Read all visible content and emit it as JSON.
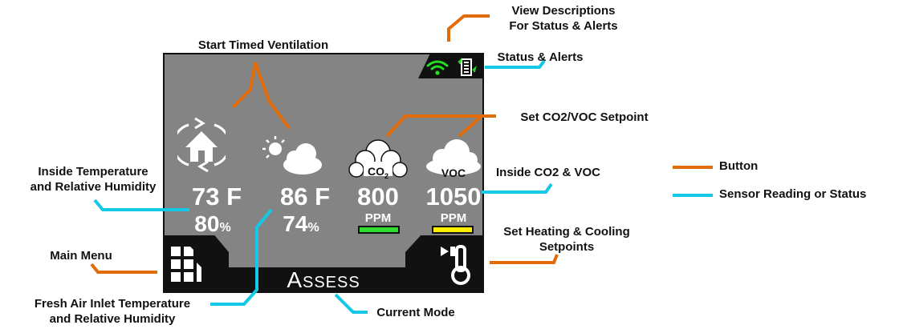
{
  "screen": {
    "mode": "Assess",
    "inside": {
      "temperature": "73 F",
      "humidity_value": "80",
      "humidity_unit": "%"
    },
    "outside": {
      "temperature": "86 F",
      "humidity_value": "74",
      "humidity_unit": "%"
    },
    "co2": {
      "label": "CO",
      "subscript": "2",
      "value": "800",
      "unit": "PPM",
      "level_color": "#2fdc2f"
    },
    "voc": {
      "label": "VOC",
      "value": "1050",
      "unit": "PPM",
      "level_color": "#ffee00"
    },
    "wifi_color": "#22dd22"
  },
  "annotations": {
    "view_descriptions": [
      "View Descriptions",
      "For Status & Alerts"
    ],
    "start_timed_ventilation": "Start Timed Ventilation",
    "status_alerts": "Status & Alerts",
    "set_co2_voc_setpoint": "Set CO2/VOC Setpoint",
    "inside_temp_humidity": [
      "Inside Temperature",
      "and Relative Humidity"
    ],
    "inside_co2_voc": "Inside CO2 & VOC",
    "set_heating_cooling": [
      "Set Heating & Cooling",
      "Setpoints"
    ],
    "main_menu": "Main Menu",
    "fresh_air_inlet": [
      "Fresh Air Inlet Temperature",
      "and Relative Humidity"
    ],
    "current_mode": "Current Mode"
  },
  "legend": [
    {
      "label": "Button",
      "color": "#e36c0a"
    },
    {
      "label": "Sensor Reading or Status",
      "color": "#14c8e6"
    }
  ]
}
